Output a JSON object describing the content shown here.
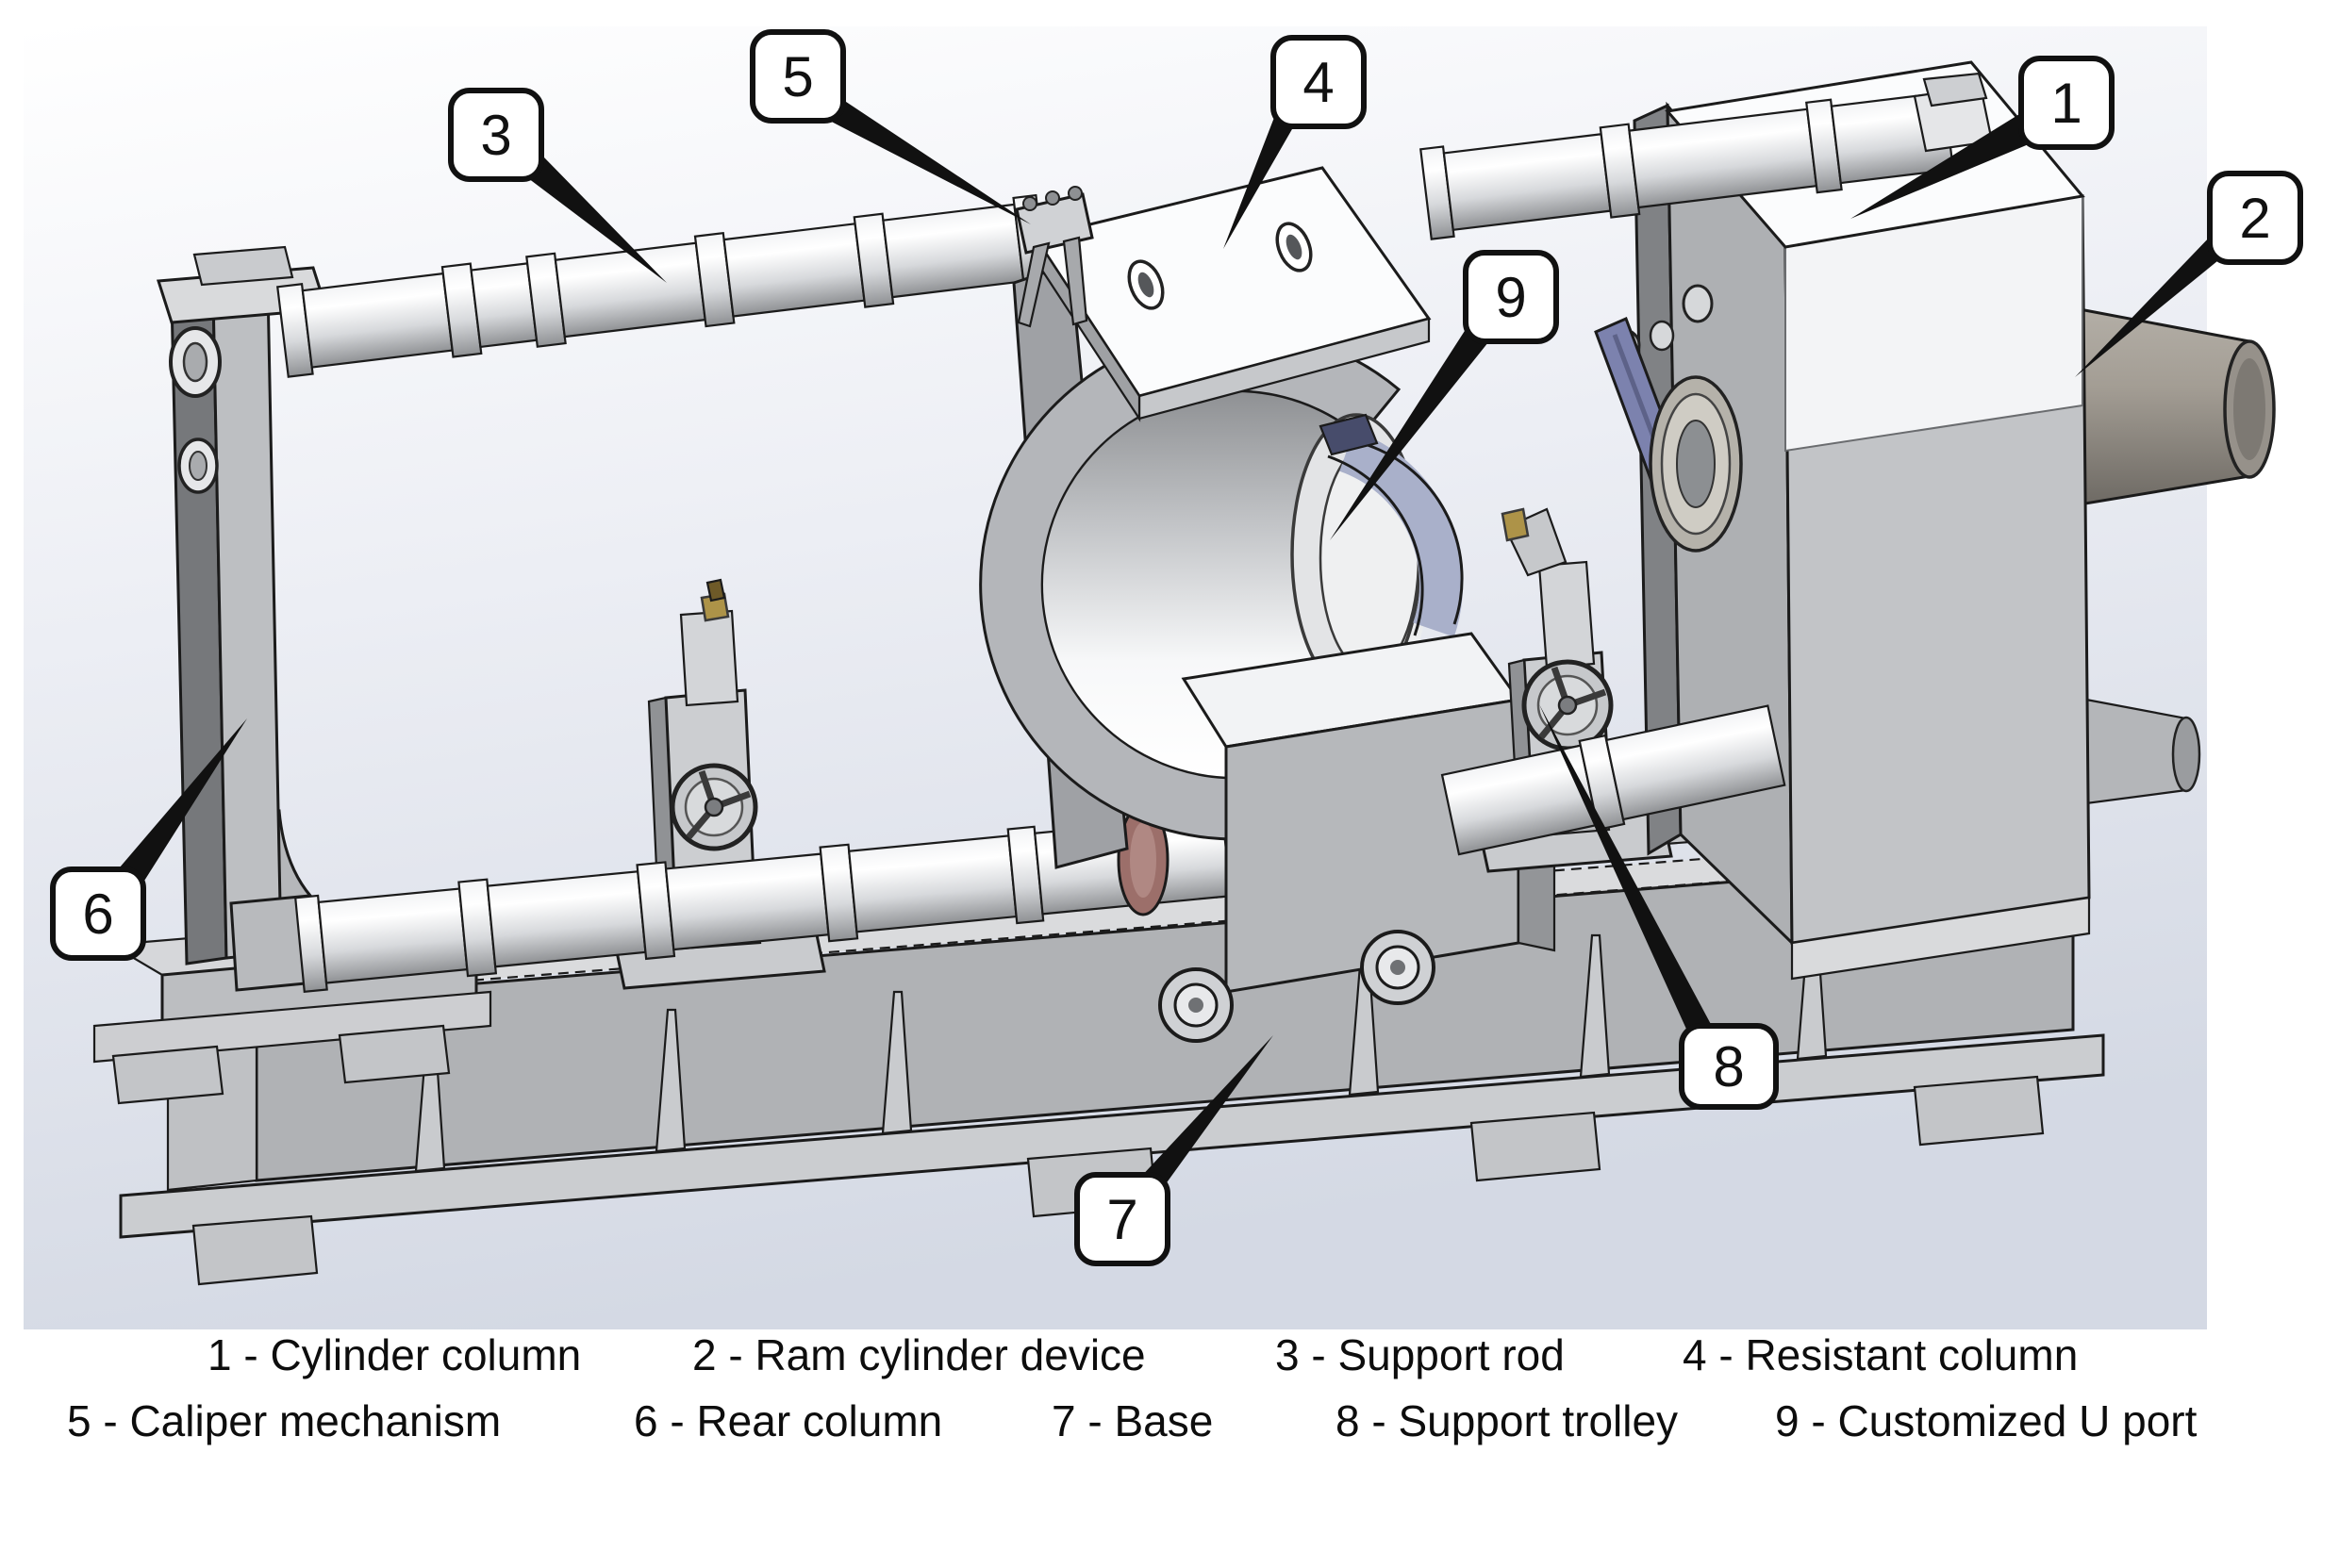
{
  "figure": {
    "type": "annotated-cad-diagram",
    "description": "Isometric CAD rendering of a horizontal press test rig with numbered part callouts"
  },
  "callouts": [
    {
      "number": "1",
      "label": "Cylinder column"
    },
    {
      "number": "2",
      "label": "Ram cylinder device"
    },
    {
      "number": "3",
      "label": "Support rod"
    },
    {
      "number": "4",
      "label": "Resistant column"
    },
    {
      "number": "5",
      "label": "Caliper mechanism"
    },
    {
      "number": "6",
      "label": "Rear column"
    },
    {
      "number": "7",
      "label": "Base"
    },
    {
      "number": "8",
      "label": "Support trolley"
    },
    {
      "number": "9",
      "label": "Customized U port"
    }
  ],
  "legend": {
    "line1": [
      "1 - Cylinder column",
      "2 - Ram cylinder device",
      "3 - Support rod",
      "4 - Resistant column"
    ],
    "line2": [
      "5 - Caliper mechanism",
      "6 - Rear column",
      "7 - Base",
      "8 - Support trolley",
      "9 - Customized U port"
    ]
  },
  "colors": {
    "background_top": "#ffffff",
    "background_bottom": "#d4d9e4",
    "machine_light": "#d8d9db",
    "machine_mid": "#b0b2b5",
    "machine_dark": "#808285",
    "bore_white": "#ffffff",
    "u_port_blue": "#a9b0ca",
    "lever_purple": "#7c82ae",
    "collar_red": "#9c6f6a",
    "trolley_gold": "#ad9348",
    "outline": "#1b1b1b"
  }
}
